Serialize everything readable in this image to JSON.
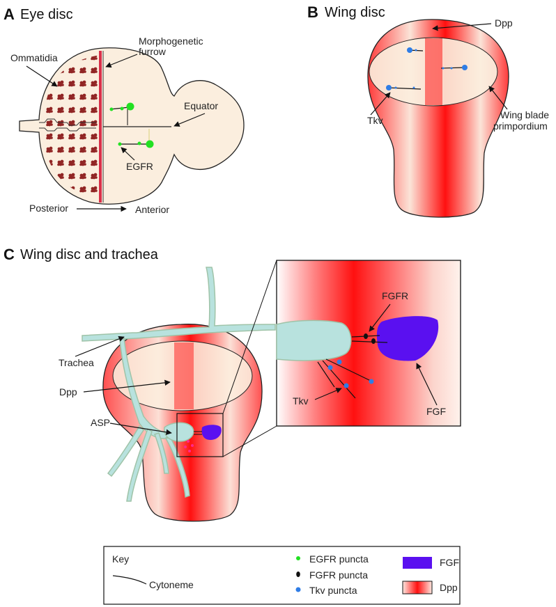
{
  "panel_a": {
    "letter": "A",
    "title": "Eye disc",
    "labels": {
      "ommatidia": "Ommatidia",
      "furrow_line1": "Morphogenetic",
      "furrow_line2": "furrow",
      "equator": "Equator",
      "egfr": "EGFR",
      "posterior": "Posterior",
      "anterior": "Anterior"
    }
  },
  "panel_b": {
    "letter": "B",
    "title": "Wing disc",
    "labels": {
      "dpp": "Dpp",
      "tkv": "Tkv",
      "wing_blade_line1": "Wing blade",
      "wing_blade_line2": "primpordium"
    }
  },
  "panel_c": {
    "letter": "C",
    "title": "Wing disc and trachea",
    "labels": {
      "trachea": "Trachea",
      "dpp": "Dpp",
      "asp": "ASP",
      "fgfr": "FGFR",
      "tkv": "Tkv",
      "fgf": "FGF"
    }
  },
  "key": {
    "title": "Key",
    "cytoneme": "Cytoneme",
    "egfr_puncta": "EGFR puncta",
    "fgfr_puncta": "FGFR puncta",
    "tkv_puncta": "Tkv puncta",
    "fgf": "FGF",
    "dpp": "Dpp"
  },
  "colors": {
    "disc_fill": "#fbeede",
    "dpp_red": "#ff1a1a",
    "ommatidia": "#8b1a1a",
    "furrow": "#d9304a",
    "egfr_green": "#22e022",
    "tkv_blue": "#2f7de6",
    "fgfr_black": "#111111",
    "fgf_purple": "#5a10f0",
    "trachea_fill": "#b8e2de",
    "trachea_stroke": "#9fc3a8",
    "pink": "#ff2a8a"
  }
}
